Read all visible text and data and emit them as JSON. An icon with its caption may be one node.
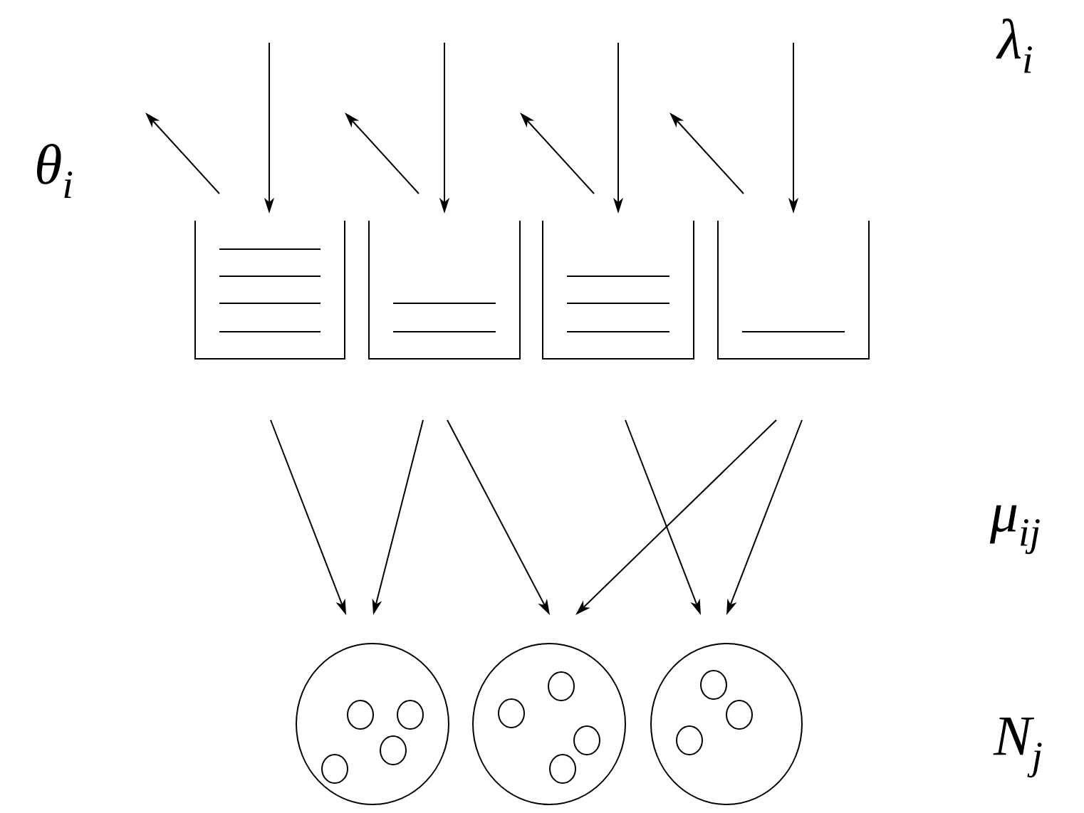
{
  "diagram": {
    "nodes": [
      {
        "text": [],
        "shape": "box"
      },
      {
        "text": [],
        "shape": "box"
      },
      {
        "text": [],
        "shape": "box"
      },
      {
        "text": [],
        "shape": "box"
      },
      {
        "text": [],
        "shape": "circle"
      },
      {
        "text": [],
        "shape": "circle"
      },
      {
        "text": [],
        "shape": "circle"
      }
    ],
    "edges": [
      {
        "from": null,
        "to": 0,
        "arrow": "to"
      },
      {
        "from": null,
        "to": 1,
        "arrow": "to"
      },
      {
        "from": null,
        "to": 2,
        "arrow": "to"
      },
      {
        "from": null,
        "to": 3,
        "arrow": "to"
      },
      {
        "from": 0,
        "to": null,
        "arrow": "to"
      },
      {
        "from": 1,
        "to": null,
        "arrow": "to"
      },
      {
        "from": 2,
        "to": null,
        "arrow": "to"
      },
      {
        "from": 3,
        "to": null,
        "arrow": "to"
      },
      {
        "from": 0,
        "to": 4,
        "arrow": "to"
      },
      {
        "from": 1,
        "to": 4,
        "arrow": "to"
      },
      {
        "from": 1,
        "to": 5,
        "arrow": "to"
      },
      {
        "from": 3,
        "to": 5,
        "arrow": "to"
      },
      {
        "from": 2,
        "to": 6,
        "arrow": "to"
      },
      {
        "from": 3,
        "to": 6,
        "arrow": "to"
      }
    ],
    "labels": [
      "λ$_{i}$",
      "θ$_{i}$",
      "μ$_{ij}$",
      "N$_{j}$"
    ]
  }
}
